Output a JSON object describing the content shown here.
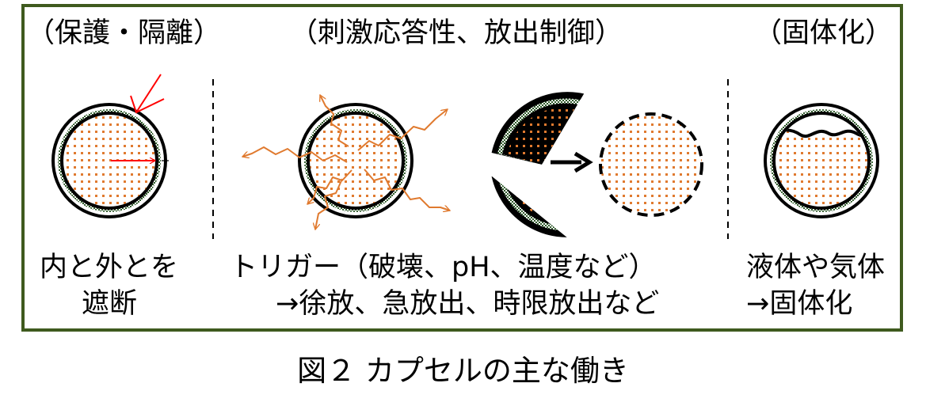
{
  "figure": {
    "frame_color": "#3f5a1e",
    "shell_color": "#000000",
    "core_dot_color": "#e07a2f",
    "arrow_color_barrier": "#ff0000",
    "arrow_color_release": "#e07a2f",
    "headings": {
      "protection": "（保護・隔離）",
      "responsive": "（刺激応答性、放出制御）",
      "solidify": "（固体化）"
    },
    "labels": {
      "protection_line1": "内と外とを",
      "protection_line2": "遮断",
      "trigger_line1": "トリガー（破壊、pH、温度など）",
      "trigger_line2": "→徐放、急放出、時限放出など",
      "solid_line1": "液体や気体",
      "solid_line2": "→固体化"
    },
    "caption": "図２  カプセルの主な働き"
  }
}
